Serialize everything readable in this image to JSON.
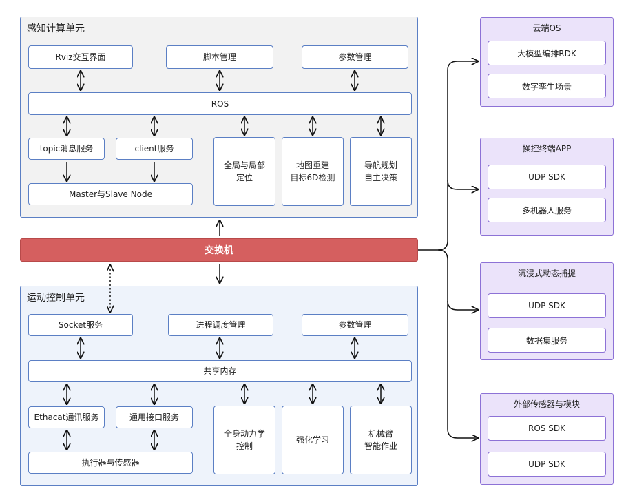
{
  "perception": {
    "title": "感知计算单元",
    "rviz": "Rviz交互界面",
    "script_mgmt": "脚本管理",
    "param_mgmt": "参数管理",
    "ros": "ROS",
    "topic": "topic消息服务",
    "client": "client服务",
    "master_slave": "Master与Slave Node",
    "localization": [
      "全局与局部",
      "定位"
    ],
    "mapping": [
      "地图重建",
      "目标6D检测"
    ],
    "navigation": [
      "导航规划",
      "自主决策"
    ]
  },
  "switch": {
    "label": "交换机"
  },
  "motion": {
    "title": "运动控制单元",
    "socket": "Socket服务",
    "process_mgmt": "进程调度管理",
    "param_mgmt": "参数管理",
    "shared_memory": "共享内存",
    "ethacat": "Ethacat通讯服务",
    "generic_interface": "通用接口服务",
    "actuators": "执行器与传感器",
    "dynamics": [
      "全身动力学",
      "控制"
    ],
    "rl": "强化学习",
    "arm": [
      "机械臂",
      "智能作业"
    ]
  },
  "cloud": {
    "title": "云端OS",
    "items": [
      "大模型编排RDK",
      "数字孪生场景"
    ]
  },
  "terminal": {
    "title": "操控终端APP",
    "items": [
      "UDP SDK",
      "多机器人服务"
    ]
  },
  "capture": {
    "title": "沉浸式动态捕捉",
    "items": [
      "UDP SDK",
      "数据集服务"
    ]
  },
  "sensors": {
    "title": "外部传感器与模块",
    "items": [
      "ROS SDK",
      "UDP SDK"
    ]
  },
  "colors": {
    "panel_bg_top": "#f2f2f2",
    "panel_bg_bottom": "#eef3fb",
    "border_blue": "#5b7fc4",
    "switch_red": "#d55f5f",
    "right_bg": "#ebe3fa",
    "right_border": "#8d72d6"
  }
}
